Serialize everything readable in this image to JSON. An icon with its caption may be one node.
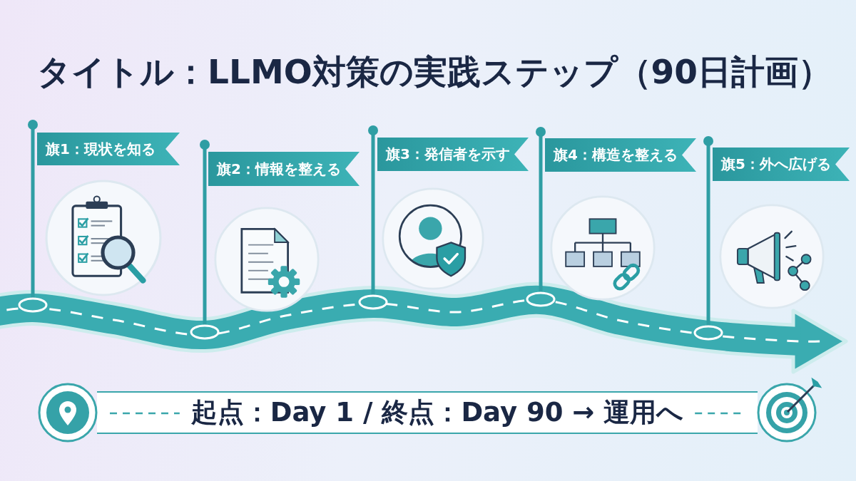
{
  "diagram": {
    "title": "タイトル：LLMO対策の実践ステップ（90日計画）",
    "nodes": [
      {
        "text": [
          "旗1：現状を知る"
        ]
      },
      {
        "text": [
          "旗2：情報を整える"
        ]
      },
      {
        "text": [
          "旗3：発信者を示す"
        ]
      },
      {
        "text": [
          "旗4：構造を整える"
        ]
      },
      {
        "text": [
          "旗5：外へ広げる"
        ]
      },
      {
        "text": [
          "起点：Day 1 / 終点：Day 90 → 運用へ"
        ]
      }
    ]
  }
}
